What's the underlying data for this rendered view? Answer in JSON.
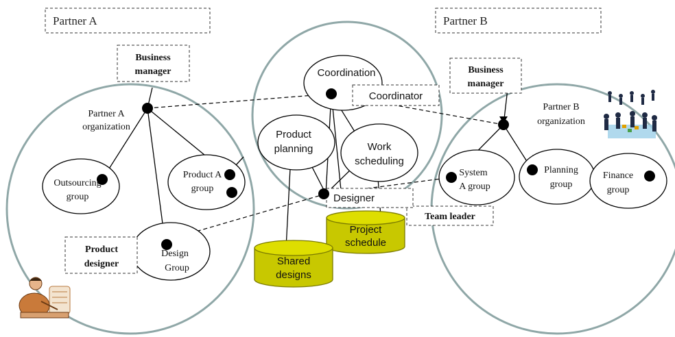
{
  "partner_a": {
    "label": "Partner A",
    "business_manager": [
      "Business",
      "manager"
    ],
    "organization": [
      "Partner A",
      "organization"
    ],
    "outsourcing_group": [
      "Outsourcing",
      "group"
    ],
    "product_a_group": [
      "Product A",
      "group"
    ],
    "design_group": [
      "Design",
      "Group"
    ],
    "product_designer": [
      "Product",
      "designer"
    ]
  },
  "partner_b": {
    "label": "Partner B",
    "business_manager": [
      "Business",
      "manager"
    ],
    "organization": [
      "Partner B",
      "organization"
    ],
    "system_a_group": [
      "System",
      "A group"
    ],
    "planning_group": [
      "Planning",
      "group"
    ],
    "finance_group": [
      "Finance",
      "group"
    ],
    "team_leader": "Team leader"
  },
  "center": {
    "coordination": "Coordination",
    "coordinator": "Coordinator",
    "product_planning": [
      "Product",
      "planning"
    ],
    "work_scheduling": [
      "Work",
      "scheduling"
    ],
    "designer": "Designer",
    "project_schedule": [
      "Project",
      "schedule"
    ],
    "shared_designs": [
      "Shared",
      "designs"
    ]
  },
  "colors": {
    "cluster_outline": "#8fa7a7",
    "database_fill": "#c8c800",
    "database_stroke": "#7a7a00",
    "node": "#000000"
  }
}
